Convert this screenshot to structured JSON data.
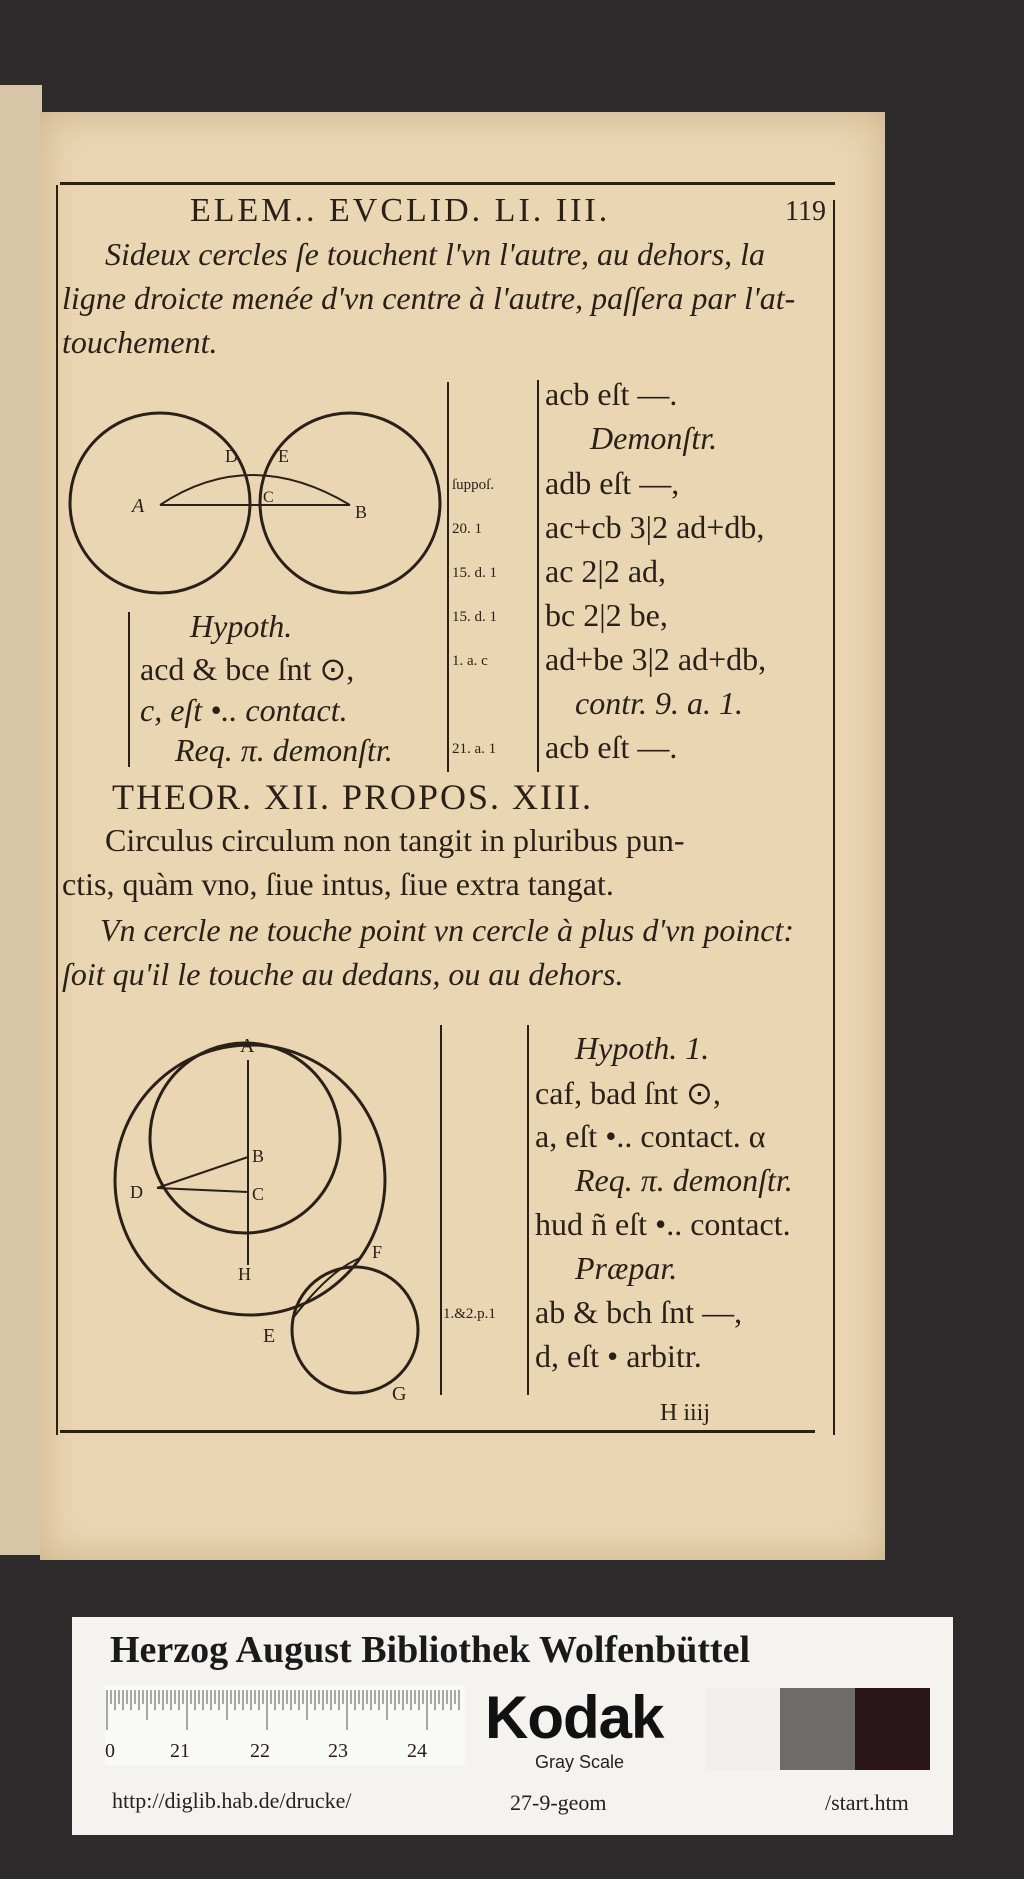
{
  "page": {
    "header": "ELEM.. EVCLID. LI. III.",
    "page_number": "119",
    "intro_lines": [
      "Sideux cercles ſe touchent l'vn l'autre, au dehors, la",
      "ligne droicte menée d'vn centre à l'autre, paſſera par l'at-",
      "touchement."
    ],
    "fig1_labels": {
      "a": "A",
      "b": "B",
      "c": "C",
      "d": "D",
      "e": "E"
    },
    "hypoth1": [
      "Hypoth.",
      "acd & bce ſnt ⊙,",
      "c, eſt •.. contact.",
      "Req. π. demonſtr."
    ],
    "proof1": {
      "first": "acb eſt —.",
      "heading": "Demonſtr.",
      "rows": [
        {
          "ref": "ſuppoſ.",
          "text": "adb eſt —,"
        },
        {
          "ref": "20. 1",
          "text": "ac+cb 3|2 ad+db,"
        },
        {
          "ref": "15. d. 1",
          "text": "ac 2|2 ad,"
        },
        {
          "ref": "15. d. 1",
          "text": "bc 2|2 be,"
        },
        {
          "ref": "1. a. c",
          "text": "ad+be 3|2 ad+db,"
        },
        {
          "ref": "",
          "text": "contr. 9. a. 1."
        },
        {
          "ref": "21. a. 1",
          "text": "acb eſt —."
        }
      ]
    },
    "theorem": "THEOR. XII.   PROPOS. XIII.",
    "latin": [
      "Circulus circulum non tangit in pluribus pun-",
      "ctis, quàm vno, ſiue intus, ſiue extra tangat."
    ],
    "french": [
      "Vn cercle ne touche point vn cercle à plus d'vn poinct:",
      "ſoit qu'il le touche au dedans, ou au dehors."
    ],
    "fig2_labels": {
      "a": "A",
      "b": "B",
      "c": "C",
      "d": "D",
      "e": "E",
      "f": "F",
      "g": "G",
      "h": "H"
    },
    "proof2": {
      "rows": [
        {
          "ref": "",
          "text": "Hypoth. 1.",
          "italic": true
        },
        {
          "ref": "",
          "text": "caf, bad ſnt ⊙,"
        },
        {
          "ref": "",
          "text": "a, eſt •.. contact.  α"
        },
        {
          "ref": "",
          "text": "Req. π. demonſtr.",
          "italic": true
        },
        {
          "ref": "",
          "text": "hud ñ eſt •.. contact."
        },
        {
          "ref": "",
          "text": "Præpar.",
          "italic": true
        },
        {
          "ref": "1.&2.p.1",
          "text": "ab & bch ſnt —,"
        },
        {
          "ref": "",
          "text": "d, eſt • arbitr."
        }
      ]
    },
    "signature": "H iiij"
  },
  "card": {
    "title": "Herzog August Bibliothek Wolfenbüttel",
    "ruler_numbers": [
      "0",
      "21",
      "22",
      "23",
      "24"
    ],
    "brand": "Kodak",
    "gray_scale": "Gray Scale",
    "url_left": "http://diglib.hab.de/drucke/",
    "url_id": "27-9-geom",
    "url_right": "/start.htm",
    "patch_colors": [
      "#f1efec",
      "#6e6c6b",
      "#2a1518"
    ]
  }
}
